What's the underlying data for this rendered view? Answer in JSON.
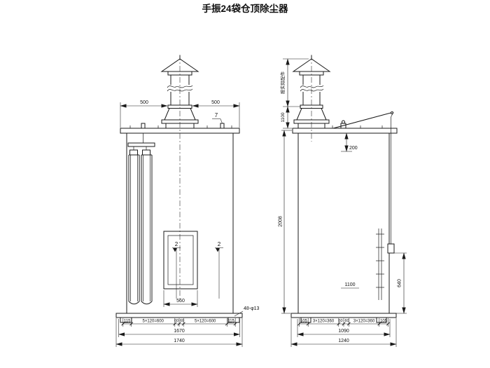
{
  "title": "手振24袋仓顶除尘器",
  "front": {
    "dim_top_left": "500",
    "dim_top_right": "500",
    "callout_7": "7",
    "callout_2_left": "2",
    "callout_2_right": "2",
    "dim_door_width": "560",
    "bolt_note": "48-φ13",
    "chain": [
      "115",
      "5×120=600",
      "60",
      "60",
      "5×120=600",
      "115"
    ],
    "dim_inner_width": "1670",
    "dim_overall_width": "1740"
  },
  "side": {
    "note_fittings": "按实际配件",
    "dim_stack": "1100",
    "dim_lever_offset": "200",
    "dim_height": "2008",
    "dim_door_height": "1100",
    "dim_handle_height": "640",
    "chain": [
      "105",
      "3×120=360",
      "60",
      "60",
      "3×120=360",
      "105"
    ],
    "dim_inner_width": "1090",
    "dim_overall_width": "1240"
  }
}
